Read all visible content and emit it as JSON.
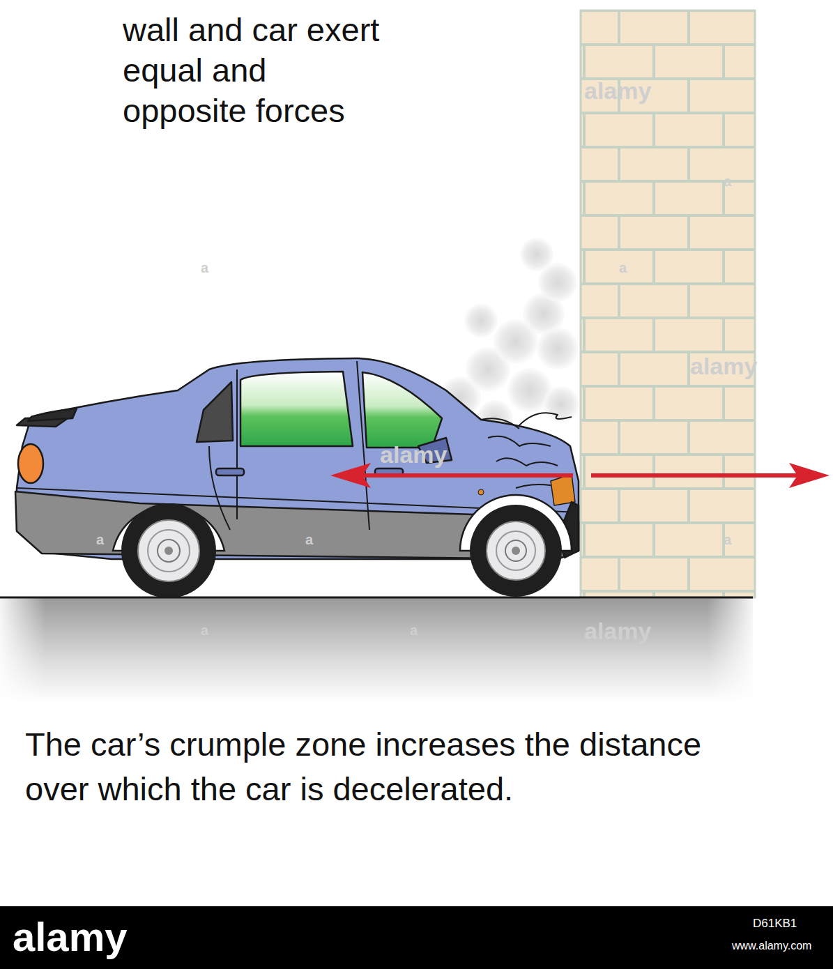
{
  "diagram": {
    "caption": "The car’s crumple zone increases the distance over which the car is decelerated.",
    "labels": [
      "wall and car exert equal and opposite forces",
      "alamy",
      "alamy",
      "alamy",
      "alamy",
      "a",
      "a",
      "a",
      "a",
      "a",
      "a",
      "a",
      "a",
      "alamy",
      "D61KB1",
      "www.alamy.com"
    ]
  }
}
